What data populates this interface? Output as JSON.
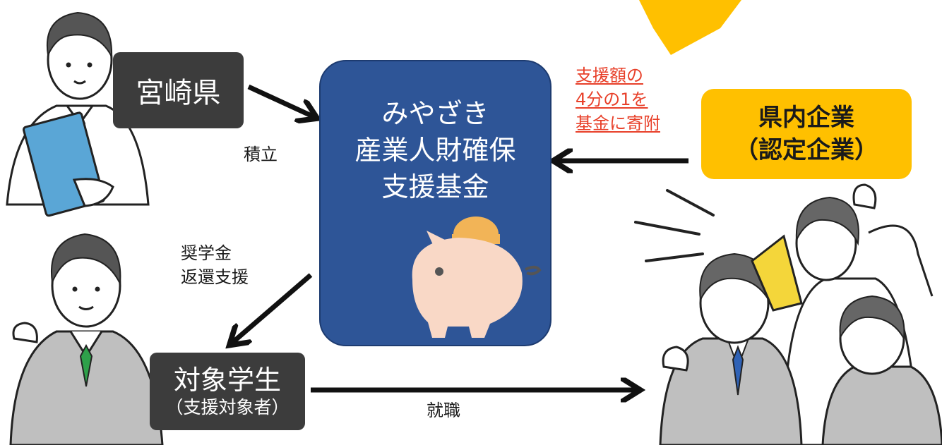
{
  "prefecture": {
    "label": "宮崎県"
  },
  "fund": {
    "lines": [
      "みやざき",
      "産業人財確保",
      "支援基金"
    ]
  },
  "company": {
    "line1": "県内企業",
    "line2": "（認定企業）"
  },
  "student": {
    "line1": "対象学生",
    "line2": "（支援対象者）"
  },
  "labels": {
    "reserve": "積立",
    "scholarship_1": "奨学金",
    "scholarship_2": "返還支援",
    "employment": "就職"
  },
  "donation": {
    "lines": [
      "支援額の",
      "4分の1を",
      "基金に寄附"
    ]
  },
  "colors": {
    "fund": "#2e5597",
    "company": "#ffc000",
    "dark_box": "#3c3c3c",
    "donation_text": "#e8402a",
    "accent_burst": "#ffc000"
  }
}
